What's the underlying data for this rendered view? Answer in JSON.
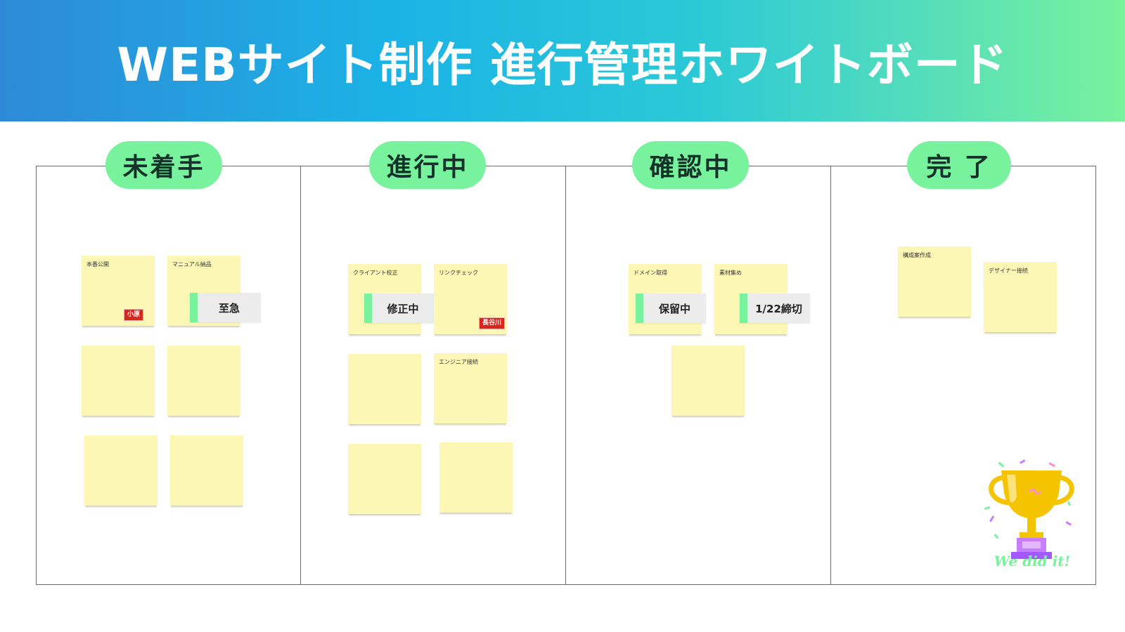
{
  "header": {
    "title": "WEBサイト制作 進行管理ホワイトボード"
  },
  "columns": [
    {
      "title": "未着手",
      "notes": [
        {
          "label": "本番公開",
          "name_tag": "小原"
        },
        {
          "label": "マニュアル納品",
          "status": "至急"
        },
        {
          "label": ""
        },
        {
          "label": ""
        },
        {
          "label": ""
        },
        {
          "label": ""
        }
      ]
    },
    {
      "title": "進行中",
      "notes": [
        {
          "label": "クライアント校正",
          "status": "修正中"
        },
        {
          "label": "リンクチェック",
          "name_tag": "長谷川"
        },
        {
          "label": ""
        },
        {
          "label": "エンジニア接続"
        },
        {
          "label": ""
        },
        {
          "label": ""
        }
      ]
    },
    {
      "title": "確認中",
      "notes": [
        {
          "label": "ドメイン取得",
          "status": "保留中"
        },
        {
          "label": "素材集め",
          "status": "1/22締切"
        },
        {
          "label": ""
        }
      ]
    },
    {
      "title": "完 了",
      "notes": [
        {
          "label": "構成案作成"
        },
        {
          "label": "デザイナー接続"
        }
      ]
    }
  ],
  "celebration": {
    "text": "We did it!",
    "icon": "trophy-icon"
  },
  "colors": {
    "accent_green": "#78f29c",
    "sticky_note": "#fdf7b6",
    "name_tag_red": "#d7261e",
    "status_gray": "#ececec",
    "header_gradient_start": "#2e8ad6",
    "header_gradient_end": "#78f29c"
  }
}
